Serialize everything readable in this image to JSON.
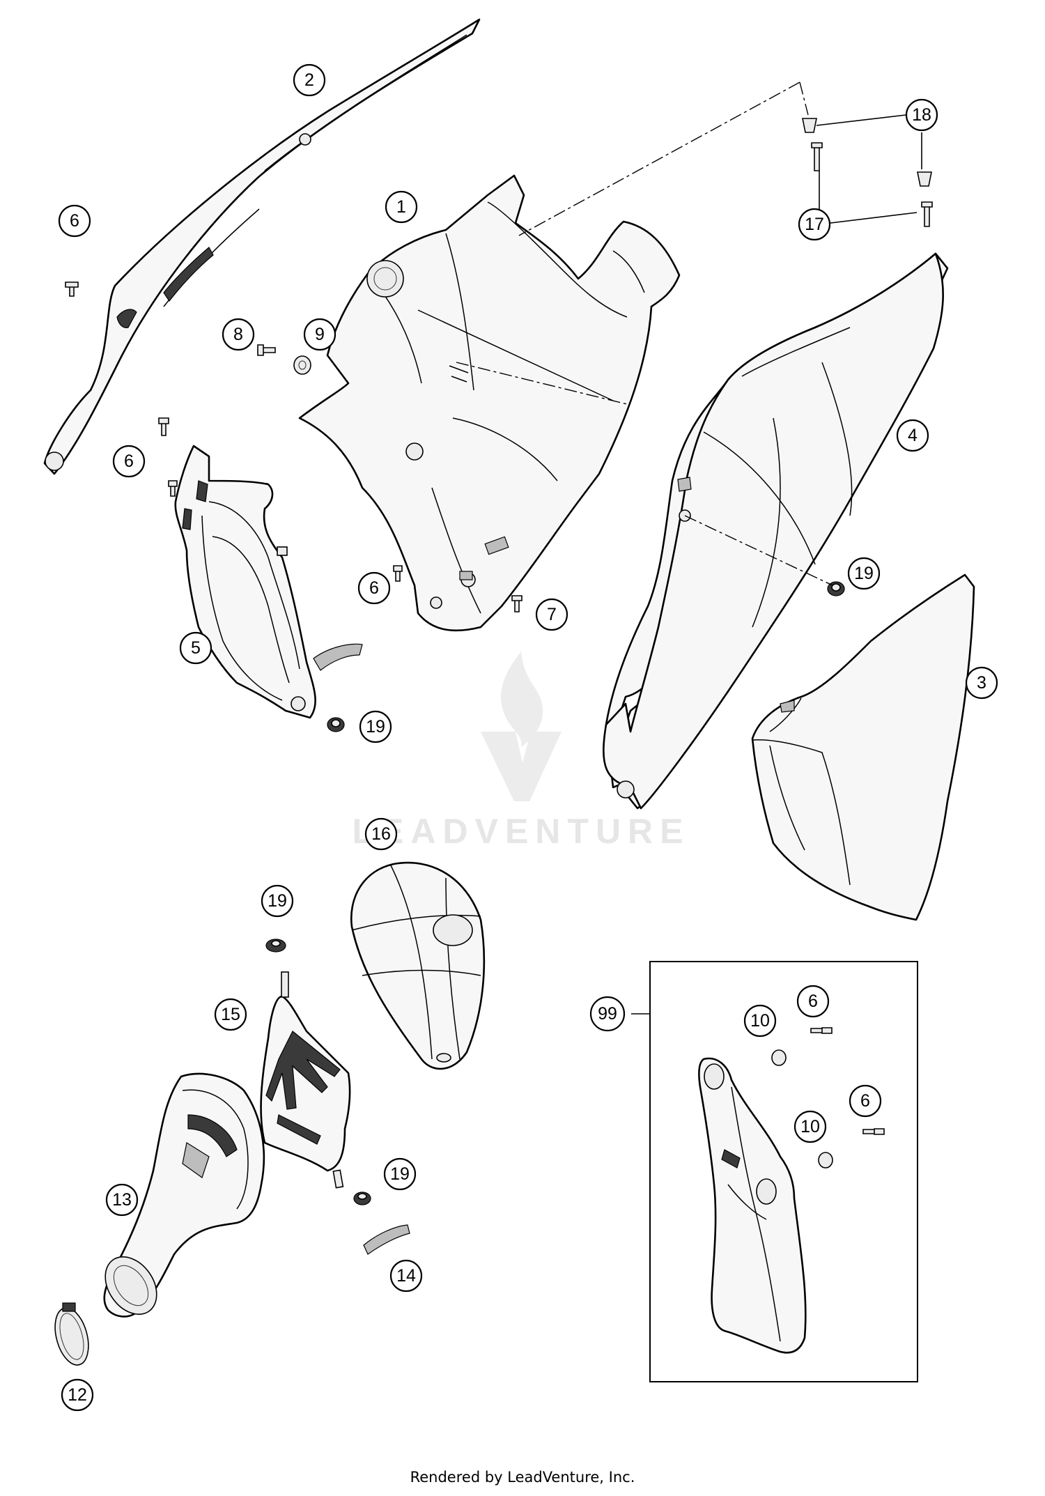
{
  "watermark": {
    "brand": "LEADVENTURE"
  },
  "footer": {
    "credit": "Rendered by LeadVenture, Inc."
  },
  "callouts": {
    "c1": "1",
    "c2": "2",
    "c3": "3",
    "c4": "4",
    "c5": "5",
    "c6a": "6",
    "c6b": "6",
    "c6c": "6",
    "c6d": "6",
    "c6e": "6",
    "c7": "7",
    "c8": "8",
    "c9": "9",
    "c10a": "10",
    "c10b": "10",
    "c12": "12",
    "c13": "13",
    "c14": "14",
    "c15": "15",
    "c16": "16",
    "c17": "17",
    "c18": "18",
    "c19a": "19",
    "c19b": "19",
    "c19c": "19",
    "c19d": "19",
    "c99": "99"
  }
}
